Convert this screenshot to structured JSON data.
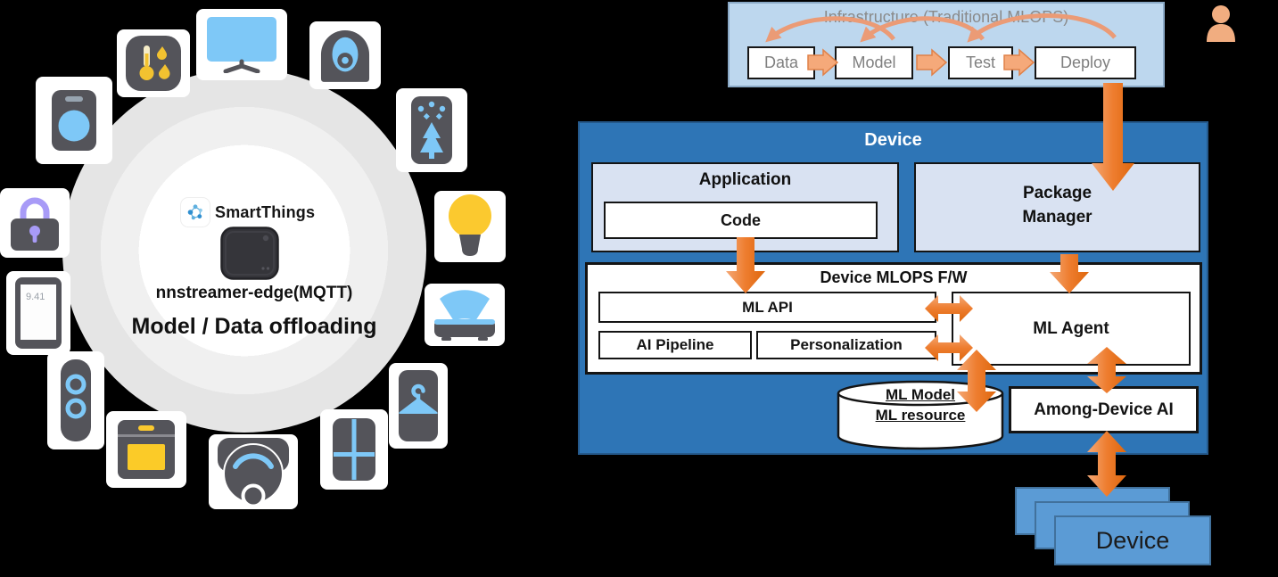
{
  "infrastructure": {
    "title": "Infrastructure (Traditional MLOPS)",
    "stages": [
      "Data",
      "Model",
      "Test",
      "Deploy"
    ]
  },
  "device": {
    "title": "Device",
    "application": {
      "title": "Application",
      "code_label": "Code"
    },
    "package_manager": {
      "line1": "Package",
      "line2": "Manager"
    },
    "mlops": {
      "title": "Device MLOPS F/W",
      "ml_api": "ML API",
      "ai_pipeline": "AI Pipeline",
      "personalization": "Personalization",
      "ml_agent": "ML Agent"
    },
    "model_store": {
      "line1": "ML Model",
      "line2": "ML resource"
    },
    "among_device_ai": "Among-Device AI"
  },
  "device_stack": {
    "label": "Device",
    "count": 3
  },
  "hub": {
    "brand": "SmartThings",
    "protocol_label": "nnstreamer-edge(MQTT)",
    "caption": "Model / Data offloading",
    "tablet_time": "9.41"
  },
  "device_icons": [
    "washing-machine",
    "temperature-humidity-sensor",
    "tv",
    "camera",
    "air-purifier",
    "smart-lock",
    "light-bulb",
    "tablet",
    "robot-vacuum-projector",
    "smart-speaker",
    "clothing-care",
    "oven",
    "smart-window",
    "dome-camera"
  ],
  "colors": {
    "arrow_orange": "#ED7D31",
    "device_blue": "#2E75B6",
    "infra_panel_blue": "#BDD7EE",
    "inner_box_lavender": "#D9E2F2",
    "stack_blue": "#5B9BD5",
    "icon_dark": "#54545A",
    "icon_blue": "#7EC8F7",
    "icon_yellow": "#FBC92F",
    "icon_purple": "#A89BF7",
    "person_peach": "#F1AD80",
    "gray_text": "#7F7F7F"
  }
}
